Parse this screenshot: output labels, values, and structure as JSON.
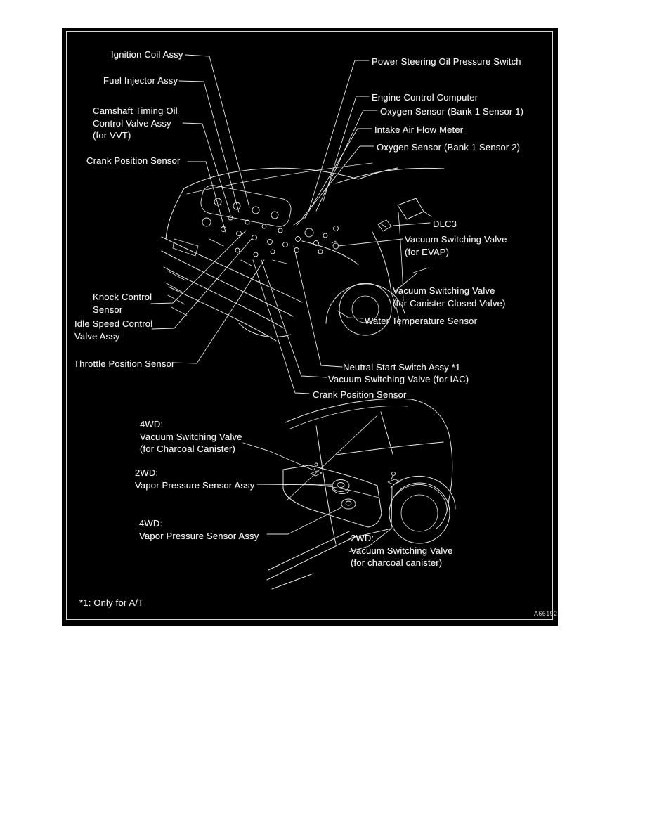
{
  "figure": {
    "kind": "engine-component-location-diagram",
    "code": "A66192",
    "footnote": "*1: Only for A/T",
    "labels": {
      "ignition_coil": "Ignition Coil Assy",
      "fuel_injector": "Fuel Injector Assy",
      "camshaft_timing_valve": "Camshaft Timing Oil\nControl Valve Assy\n(for VVT)",
      "crank_position_front": "Crank Position Sensor",
      "power_steering_switch": "Power Steering Oil Pressure Switch",
      "engine_control_computer": "Engine Control Computer",
      "oxygen_sensor_b1s1": "Oxygen Sensor (Bank 1 Sensor 1)",
      "intake_air_flow_meter": "Intake Air Flow Meter",
      "oxygen_sensor_b1s2": "Oxygen Sensor (Bank 1 Sensor 2)",
      "dlc3": "DLC3",
      "vsv_evap": "Vacuum Switching Valve\n(for EVAP)",
      "vsv_canister_closed": "Vacuum Switching Valve\n(for Canister Closed Valve)",
      "water_temperature_sensor": "Water Temperature Sensor",
      "knock_control_sensor": "Knock Control\nSensor",
      "idle_speed_control_valve": "Idle Speed Control\nValve Assy",
      "throttle_position_sensor": "Throttle Position Sensor",
      "neutral_start_switch": "Neutral Start Switch Assy *1",
      "vsv_iac": "Vacuum Switching Valve (for IAC)",
      "crank_position_lower": "Crank Position Sensor",
      "vsv_charcoal_4wd": "4WD:\nVacuum Switching Valve\n(for Charcoal Canister)",
      "vapor_pressure_2wd": "2WD:\nVapor Pressure Sensor Assy",
      "vapor_pressure_4wd": "4WD:\nVapor Pressure Sensor Assy",
      "vsv_charcoal_2wd": "2WD:\nVacuum Switching Valve\n(for charcoal canister)"
    }
  }
}
